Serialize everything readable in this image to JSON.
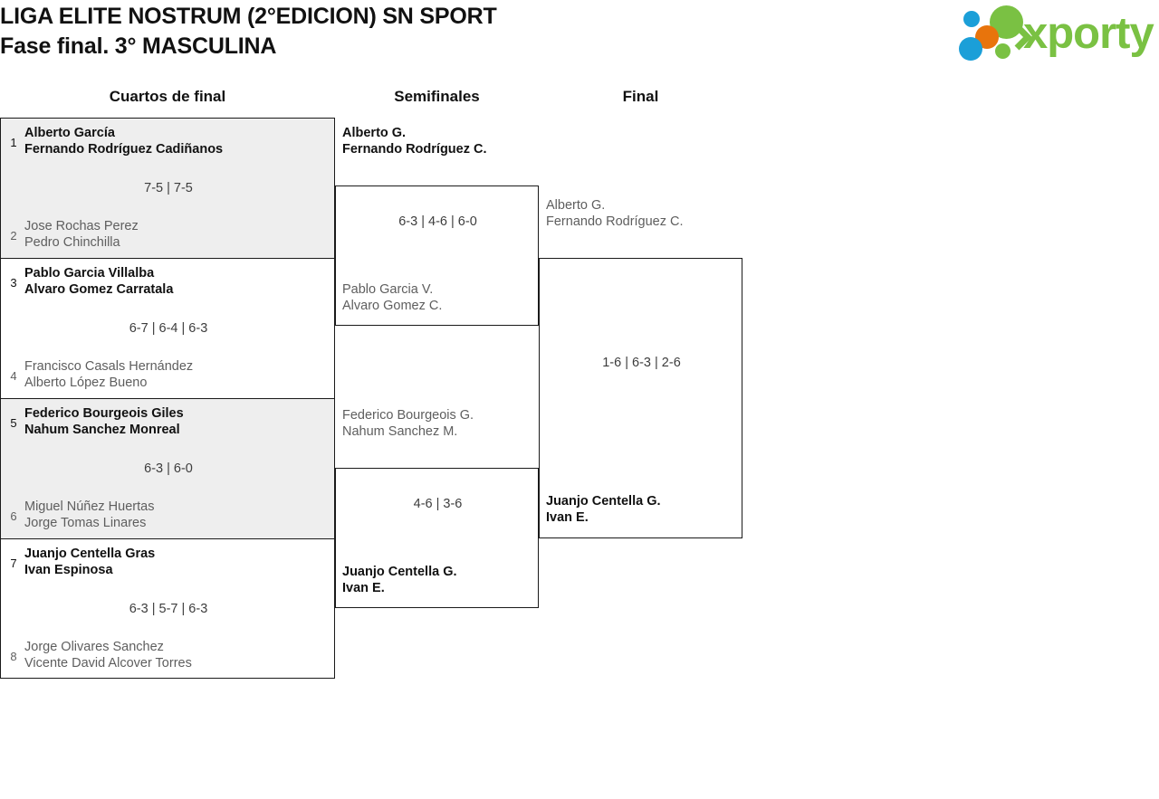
{
  "header": {
    "title_line_1": "LIGA ELITE NOSTRUM (2°EDICION) SN SPORT",
    "title_line_2": "Fase final. 3° MASCULINA",
    "logo_text": "xporty",
    "logo_colors": {
      "green": "#7ac143",
      "blue": "#1b9fd8",
      "orange": "#e8740c"
    }
  },
  "rounds": [
    {
      "label": "Cuartos de final"
    },
    {
      "label": "Semifinales"
    },
    {
      "label": "Final"
    }
  ],
  "quarterfinals": [
    {
      "seed_top": "1",
      "top_p1": "Alberto García",
      "top_p2": "Fernando Rodríguez Cadiñanos",
      "score": "7-5 | 7-5",
      "seed_bot": "2",
      "bot_p1": "Jose Rochas Perez",
      "bot_p2": "Pedro Chinchilla"
    },
    {
      "seed_top": "3",
      "top_p1": "Pablo Garcia Villalba",
      "top_p2": "Alvaro Gomez Carratala",
      "score": "6-7 | 6-4 | 6-3",
      "seed_bot": "4",
      "bot_p1": "Francisco Casals Hernández",
      "bot_p2": "Alberto López Bueno"
    },
    {
      "seed_top": "5",
      "top_p1": "Federico Bourgeois Giles",
      "top_p2": "Nahum Sanchez Monreal",
      "score": "6-3 | 6-0",
      "seed_bot": "6",
      "bot_p1": "Miguel Núñez Huertas",
      "bot_p2": "Jorge Tomas Linares"
    },
    {
      "seed_top": "7",
      "top_p1": "Juanjo Centella Gras",
      "top_p2": "Ivan Espinosa",
      "score": "6-3 | 5-7 | 6-3",
      "seed_bot": "8",
      "bot_p1": "Jorge Olivares Sanchez",
      "bot_p2": "Vicente David Alcover Torres"
    }
  ],
  "semifinals": [
    {
      "top_p1": "Alberto G.",
      "top_p2": "Fernando Rodríguez C.",
      "score": "6-3 | 4-6 | 6-0",
      "bot_p1": "Pablo Garcia V.",
      "bot_p2": "Alvaro Gomez C."
    },
    {
      "top_p1": "Federico Bourgeois G.",
      "top_p2": "Nahum Sanchez M.",
      "score": "4-6 | 3-6",
      "bot_p1": "Juanjo Centella G.",
      "bot_p2": "Ivan E."
    }
  ],
  "final": {
    "top_p1": "Alberto G.",
    "top_p2": "Fernando Rodríguez C.",
    "score": "1-6 | 6-3 | 2-6",
    "bot_p1": "Juanjo Centella G.",
    "bot_p2": "Ivan E."
  }
}
